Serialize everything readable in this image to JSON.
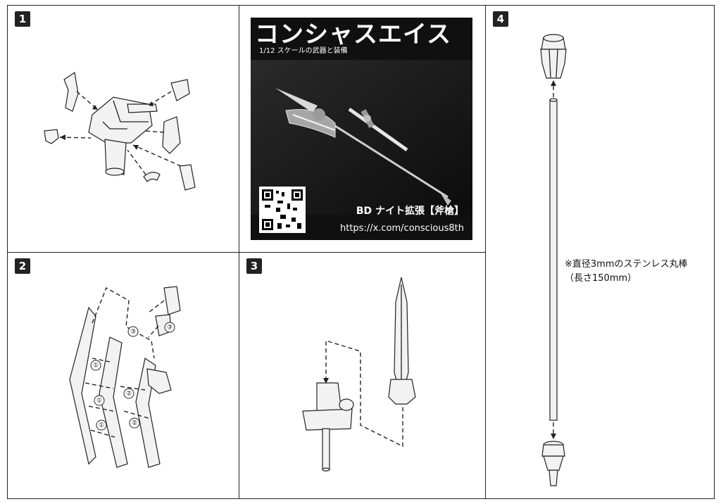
{
  "panels": {
    "p1": {
      "number": "1"
    },
    "p2": {
      "number": "2",
      "step_labels": [
        "③",
        "③",
        "①",
        "①",
        "①",
        "②",
        "②"
      ]
    },
    "p3": {
      "number": "3"
    },
    "p4": {
      "number": "4"
    }
  },
  "card": {
    "title": "コンシャスエイス",
    "subtitle": "1/12 スケールの武器と装備",
    "product_name": "BD ナイト拡張【斧槍】",
    "url": "https://x.com/conscious8th",
    "qr_icon": "qr-code-icon"
  },
  "note": {
    "line1": "※直径3mmのステンレス丸棒",
    "line2": "（長さ150mm）"
  }
}
